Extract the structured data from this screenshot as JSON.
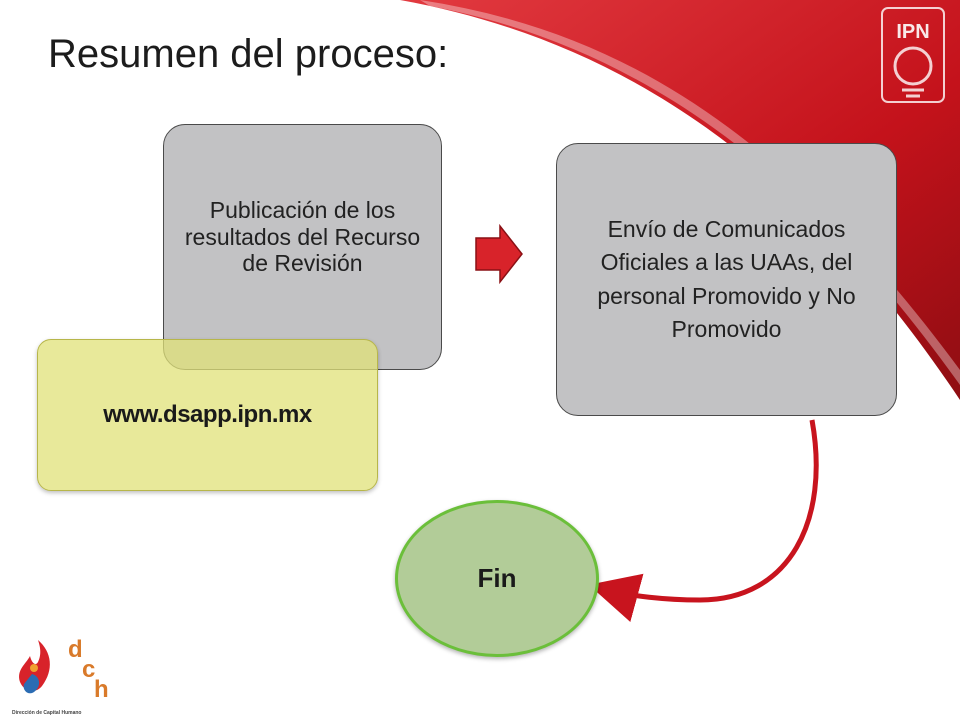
{
  "title": "Resumen del proceso:",
  "boxes": {
    "publicacion": "Publicación de los resultados del Recurso de Revisión",
    "envio": "Envío de Comunicados Oficiales a las UAAs, del personal Promovido y No Promovido",
    "web": "www.dsapp.ipn.mx",
    "fin": "Fin"
  },
  "logos": {
    "ipn": "IPN",
    "dch_letters": [
      "d",
      "c",
      "h"
    ],
    "dch_caption": "Dirección de Capital Humano"
  },
  "colors": {
    "accent_red": "#c8141e",
    "box_gray": "#c2c2c4",
    "box_yellow": "#e0e278",
    "circle_green": "#b2cc98",
    "dch_orange": "#d97a2a"
  }
}
